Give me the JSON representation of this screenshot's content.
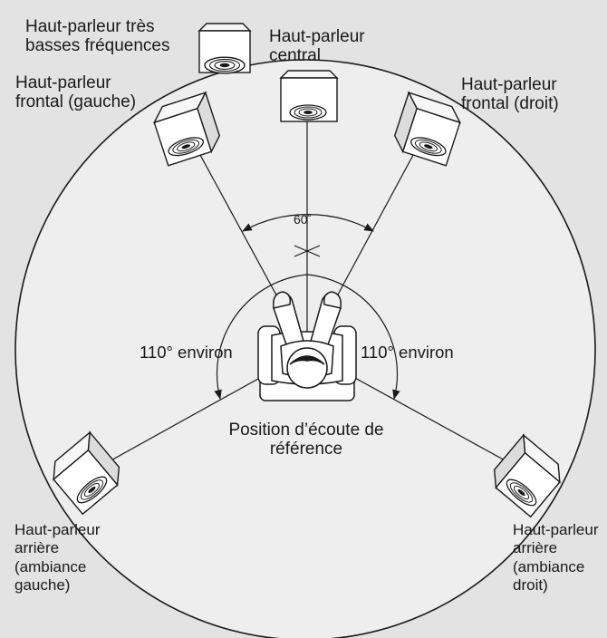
{
  "labels": {
    "subwoofer": [
      "Haut-parleur très",
      "basses fréquences"
    ],
    "center": [
      "Haut-parleur",
      "central"
    ],
    "front_left": [
      "Haut-parleur",
      "frontal (gauche)"
    ],
    "front_right": [
      "Haut-parleur",
      "frontal (droit)"
    ],
    "rear_left": [
      "Haut-parleur",
      "arrière",
      "(ambiance",
      "gauche)"
    ],
    "rear_right": [
      "Haut-parleur",
      "arrière",
      "(ambiance",
      "droit)"
    ],
    "angle_front": "60˚",
    "angle_left": "110° environ",
    "angle_right": "110° environ",
    "listening_position": [
      "Position d’écoute de",
      "référence"
    ]
  },
  "colors": {
    "panel_background": "#e3e3e3",
    "circle_fill": "#eeeeee",
    "stroke": "#1a1a1a"
  }
}
